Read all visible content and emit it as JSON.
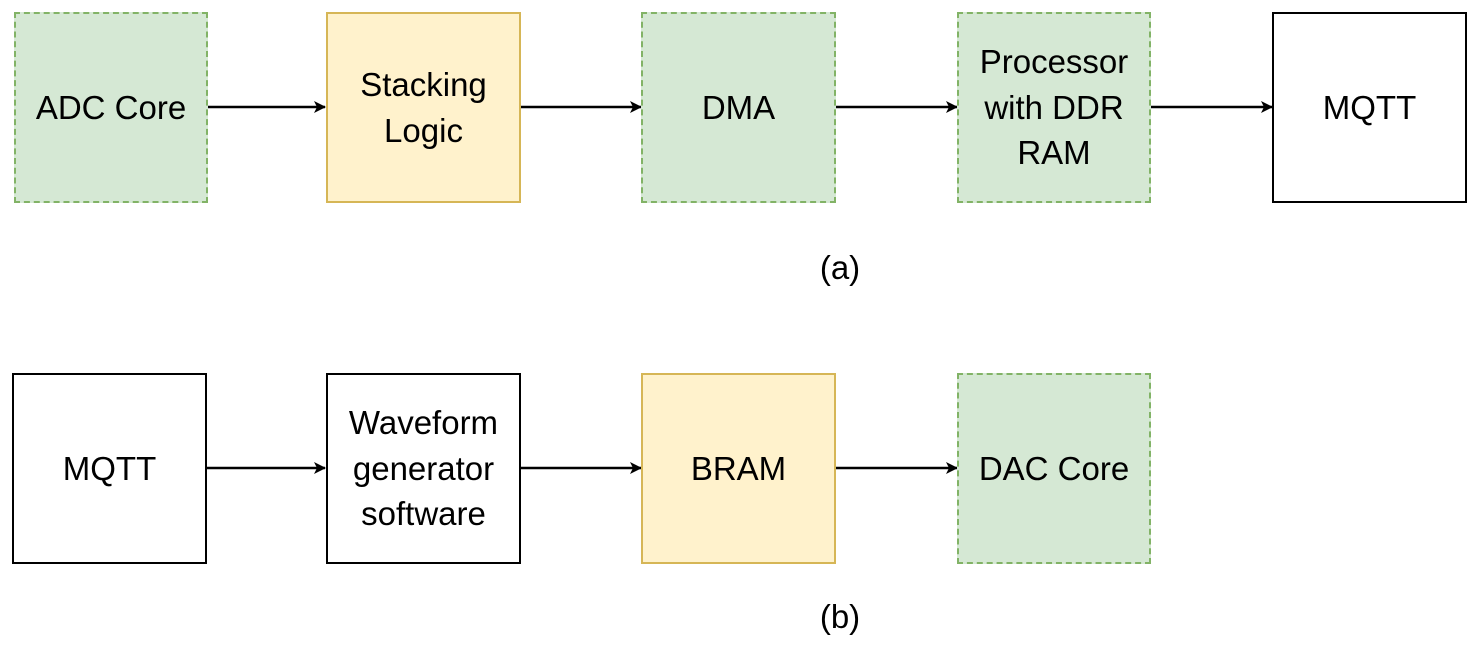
{
  "colors": {
    "ip_fill": "#d5e8d4",
    "ip_border": "#82b366",
    "custom_fill": "#fff2cc",
    "custom_border": "#d6b656",
    "plain_fill": "#ffffff",
    "plain_border": "#000000"
  },
  "diagram_a": {
    "caption": "(a)",
    "nodes": [
      {
        "label": "ADC Core",
        "style": "ip"
      },
      {
        "label": "Stacking\nLogic",
        "style": "custom"
      },
      {
        "label": "DMA",
        "style": "ip"
      },
      {
        "label": "Processor\nwith DDR\nRAM",
        "style": "ip"
      },
      {
        "label": "MQTT",
        "style": "plain"
      }
    ]
  },
  "diagram_b": {
    "caption": "(b)",
    "nodes": [
      {
        "label": "MQTT",
        "style": "plain"
      },
      {
        "label": "Waveform\ngenerator\nsoftware",
        "style": "plain"
      },
      {
        "label": "BRAM",
        "style": "custom"
      },
      {
        "label": "DAC Core",
        "style": "ip"
      }
    ]
  }
}
